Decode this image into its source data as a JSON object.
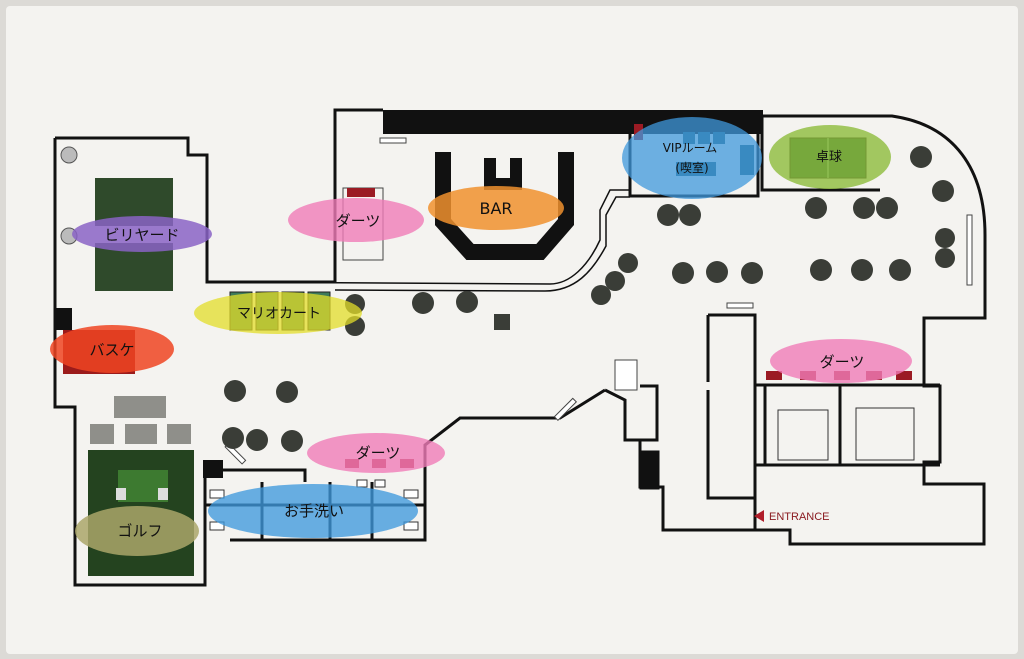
{
  "colors": {
    "paper": "#f4f3f0",
    "wall": "#111111",
    "table": "#3a3d37",
    "green_felt": "#2f4a2b",
    "dart_board": "#9b1b24",
    "pink": "#f07cb8",
    "purple": "#8a63c6",
    "orange": "#f0902e",
    "yellow": "#e3dd2a",
    "red": "#ee4422",
    "blue": "#3f98dc",
    "green": "#8dbb3c",
    "khaki": "#aaa66a",
    "entrance_arrow": "#b01e2a"
  },
  "zones": {
    "billiards": "ビリヤード",
    "darts_bar": "ダーツ",
    "bar": "BAR",
    "vip_room_1": "VIPルーム",
    "vip_room_2": "(喫室)",
    "table_tennis": "卓球",
    "mario_kart": "マリオカート",
    "basketball": "バスケ",
    "darts_lower": "ダーツ",
    "restroom": "お手洗い",
    "golf": "ゴルフ",
    "darts_right": "ダーツ"
  },
  "entrance": {
    "label": "ENTRANCE",
    "icon": "arrow-left-icon"
  }
}
